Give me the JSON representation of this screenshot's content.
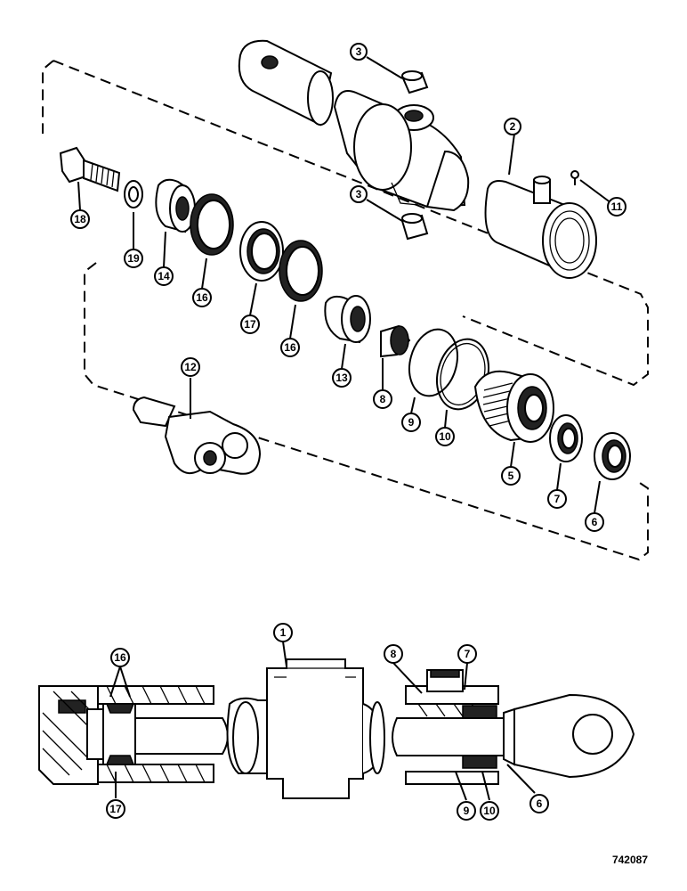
{
  "callouts": {
    "c1": "1",
    "c2": "2",
    "c3a": "3",
    "c3b": "3",
    "c5": "5",
    "c6a": "6",
    "c6b": "6",
    "c7a": "7",
    "c7b": "7",
    "c8a": "8",
    "c8b": "8",
    "c9a": "9",
    "c9b": "9",
    "c10a": "10",
    "c10b": "10",
    "c11": "11",
    "c12": "12",
    "c13": "13",
    "c14": "14",
    "c16a": "16",
    "c16b": "16",
    "c16c": "16",
    "c17a": "17",
    "c17b": "17",
    "c18": "18",
    "c19": "19"
  },
  "drawing_number": "742087"
}
